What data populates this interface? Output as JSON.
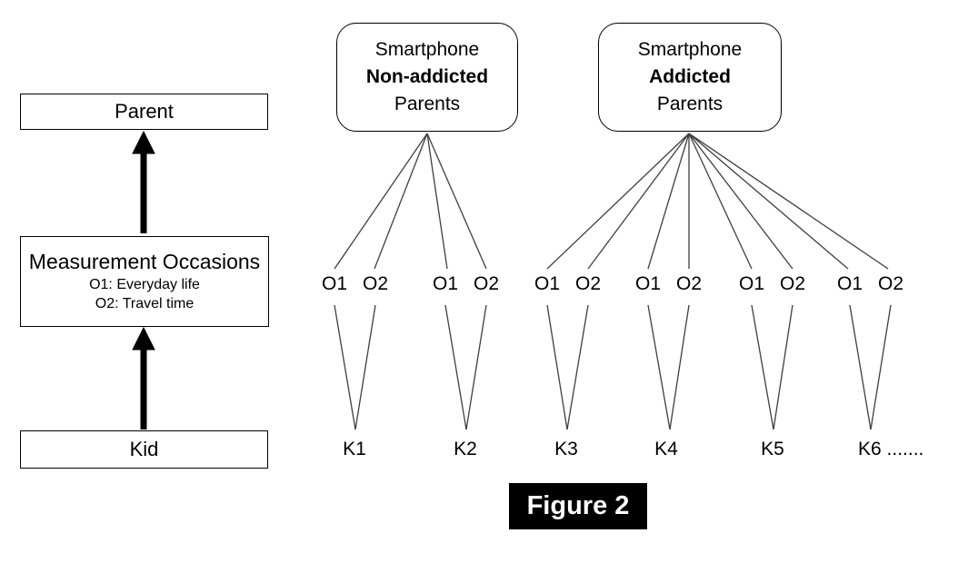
{
  "caption": "Figure 2",
  "left_column": {
    "parent_label": "Parent",
    "measurement_title": "Measurement Occasions",
    "measurement_o1": "O1: Everyday life",
    "measurement_o2": "O2: Travel time",
    "kid_label": "Kid"
  },
  "parent_groups": [
    {
      "line1": "Smartphone",
      "line2": "Non-addicted",
      "line3": "Parents"
    },
    {
      "line1": "Smartphone",
      "line2": "Addicted",
      "line3": "Parents"
    }
  ],
  "occasions": [
    "O1",
    "O2",
    "O1",
    "O2",
    "O1",
    "O2",
    "O1",
    "O2",
    "O1",
    "O2",
    "O1",
    "O2"
  ],
  "kids": [
    "K1",
    "K2",
    "K3",
    "K4",
    "K5",
    "K6 ......."
  ],
  "colors": {
    "connector_line": "#3f3f3f",
    "box_border": "#000000",
    "arrow": "#000000",
    "caption_bg": "#000000",
    "caption_fg": "#ffffff"
  }
}
